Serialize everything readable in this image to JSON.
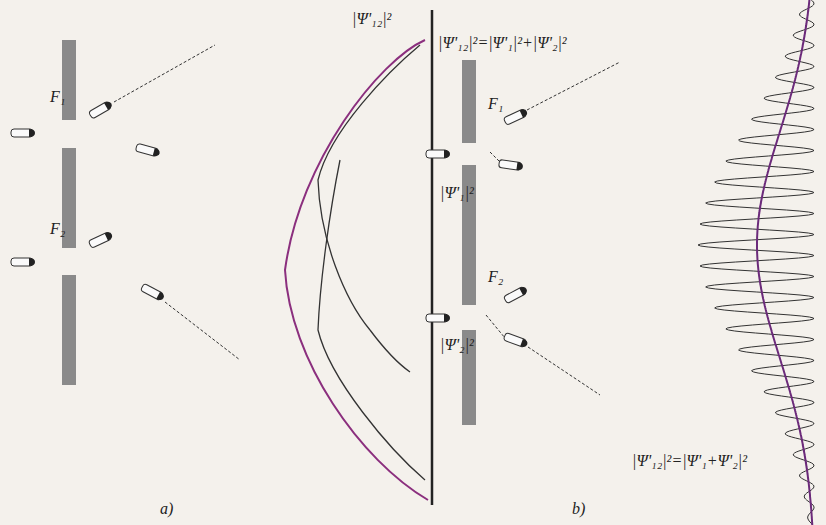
{
  "diagram": {
    "labels": [
      "|Ψ'₁₂|²",
      "|Ψ'₁₂|²=|Ψ'₁|²+|Ψ'₂|²",
      "|Ψ'₁|²",
      "|Ψ'₂|²",
      "F₁",
      "F₂",
      "F₁",
      "F₂",
      "|Ψ'₁₂|²=|Ψ'₁+Ψ'₂|²",
      "a)",
      "b)"
    ]
  }
}
